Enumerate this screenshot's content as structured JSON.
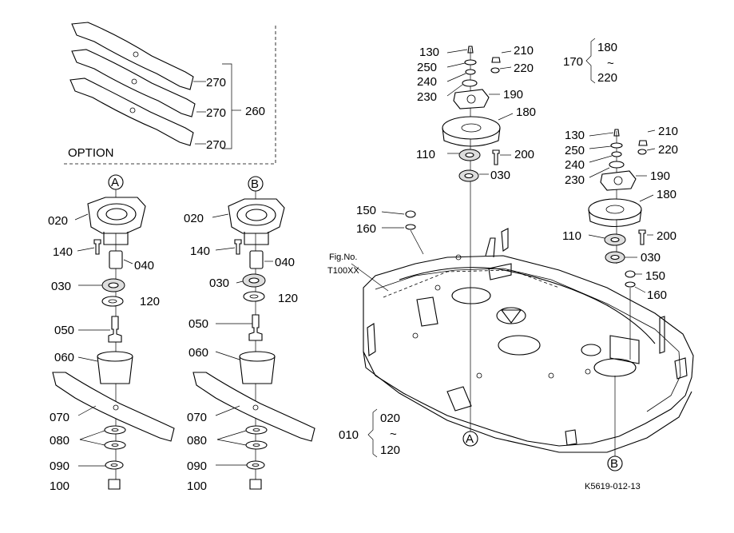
{
  "option_label": "OPTION",
  "fig_label": "Fig.No.",
  "fig_number": "T100XX",
  "drawing_code": "K5619-012-13",
  "callouts": {
    "a": "A",
    "b": "B"
  },
  "range_sep": "~",
  "parts_left": {
    "p270a": "270",
    "p270b": "270",
    "p270c": "270",
    "p260": "260",
    "p020": "020",
    "p140": "140",
    "p040": "040",
    "p030": "030",
    "p120": "120",
    "p050": "050",
    "p060": "060",
    "p070": "070",
    "p080": "080",
    "p090": "090",
    "p100": "100"
  },
  "parts_mid": {
    "p020": "020",
    "p140": "140",
    "p040": "040",
    "p030": "030",
    "p120": "120",
    "p050": "050",
    "p060": "060",
    "p070": "070",
    "p080": "080",
    "p090": "090",
    "p100": "100"
  },
  "parts_top": {
    "p130": "130",
    "p250": "250",
    "p240": "240",
    "p230": "230",
    "p210": "210",
    "p220": "220",
    "p190": "190",
    "p180": "180",
    "p110": "110",
    "p200": "200",
    "p030": "030",
    "p170": "170",
    "p170_from": "180",
    "p170_to": "220"
  },
  "parts_right": {
    "p130": "130",
    "p250": "250",
    "p240": "240",
    "p230": "230",
    "p210": "210",
    "p220": "220",
    "p190": "190",
    "p180": "180",
    "p110": "110",
    "p200": "200",
    "p030": "030",
    "p150": "150",
    "p160": "160"
  },
  "parts_deck": {
    "p150": "150",
    "p160": "160",
    "p010": "010",
    "p010_from": "020",
    "p010_to": "120"
  }
}
